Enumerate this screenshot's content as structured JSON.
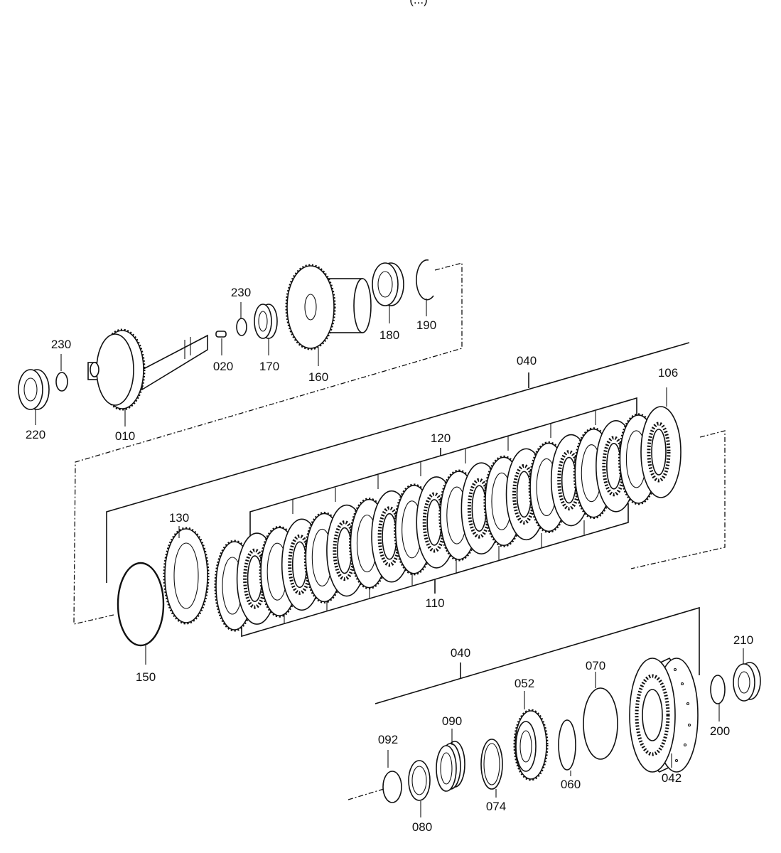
{
  "header": {
    "top_text": "(...)"
  },
  "parts": {
    "p010": "010",
    "p020": "020",
    "p040_upper": "040",
    "p040_lower": "040",
    "p042": "042",
    "p052": "052",
    "p060": "060",
    "p070": "070",
    "p074": "074",
    "p080": "080",
    "p090": "090",
    "p092": "092",
    "p106": "106",
    "p110": "110",
    "p120": "120",
    "p130": "130",
    "p150": "150",
    "p160": "160",
    "p170": "170",
    "p180": "180",
    "p190": "190",
    "p200": "200",
    "p210": "210",
    "p220": "220",
    "p230_left": "230",
    "p230_right": "230"
  }
}
